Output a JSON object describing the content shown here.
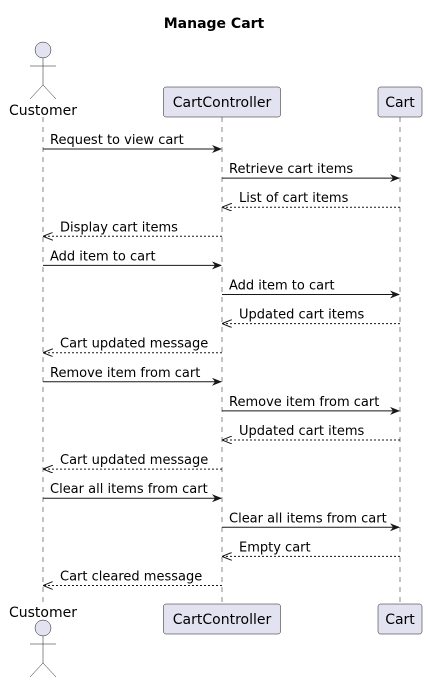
{
  "diagram": {
    "title": "Manage Cart",
    "participants": [
      {
        "id": "customer",
        "label": "Customer",
        "kind": "actor"
      },
      {
        "id": "controller",
        "label": "CartController",
        "kind": "participant"
      },
      {
        "id": "cart",
        "label": "Cart",
        "kind": "participant"
      }
    ],
    "messages": [
      {
        "from": "customer",
        "to": "controller",
        "label": "Request to view cart",
        "style": "solid"
      },
      {
        "from": "controller",
        "to": "cart",
        "label": "Retrieve cart items",
        "style": "solid"
      },
      {
        "from": "cart",
        "to": "controller",
        "label": "List of cart items",
        "style": "dashed"
      },
      {
        "from": "controller",
        "to": "customer",
        "label": "Display cart items",
        "style": "dashed"
      },
      {
        "from": "customer",
        "to": "controller",
        "label": "Add item to cart",
        "style": "solid"
      },
      {
        "from": "controller",
        "to": "cart",
        "label": "Add item to cart",
        "style": "solid"
      },
      {
        "from": "cart",
        "to": "controller",
        "label": "Updated cart items",
        "style": "dashed"
      },
      {
        "from": "controller",
        "to": "customer",
        "label": "Cart updated message",
        "style": "dashed"
      },
      {
        "from": "customer",
        "to": "controller",
        "label": "Remove item from cart",
        "style": "solid"
      },
      {
        "from": "controller",
        "to": "cart",
        "label": "Remove item from cart",
        "style": "solid"
      },
      {
        "from": "cart",
        "to": "controller",
        "label": "Updated cart items",
        "style": "dashed"
      },
      {
        "from": "controller",
        "to": "customer",
        "label": "Cart updated message",
        "style": "dashed"
      },
      {
        "from": "customer",
        "to": "controller",
        "label": "Clear all items from cart",
        "style": "solid"
      },
      {
        "from": "controller",
        "to": "cart",
        "label": "Clear all items from cart",
        "style": "solid"
      },
      {
        "from": "cart",
        "to": "controller",
        "label": "Empty cart",
        "style": "dashed"
      },
      {
        "from": "controller",
        "to": "customer",
        "label": "Cart cleared message",
        "style": "dashed"
      }
    ]
  },
  "colors": {
    "participant_fill": "#e2e2f0",
    "border": "#181818",
    "lifeline": "#8a8a8a",
    "background": "#ffffff"
  }
}
